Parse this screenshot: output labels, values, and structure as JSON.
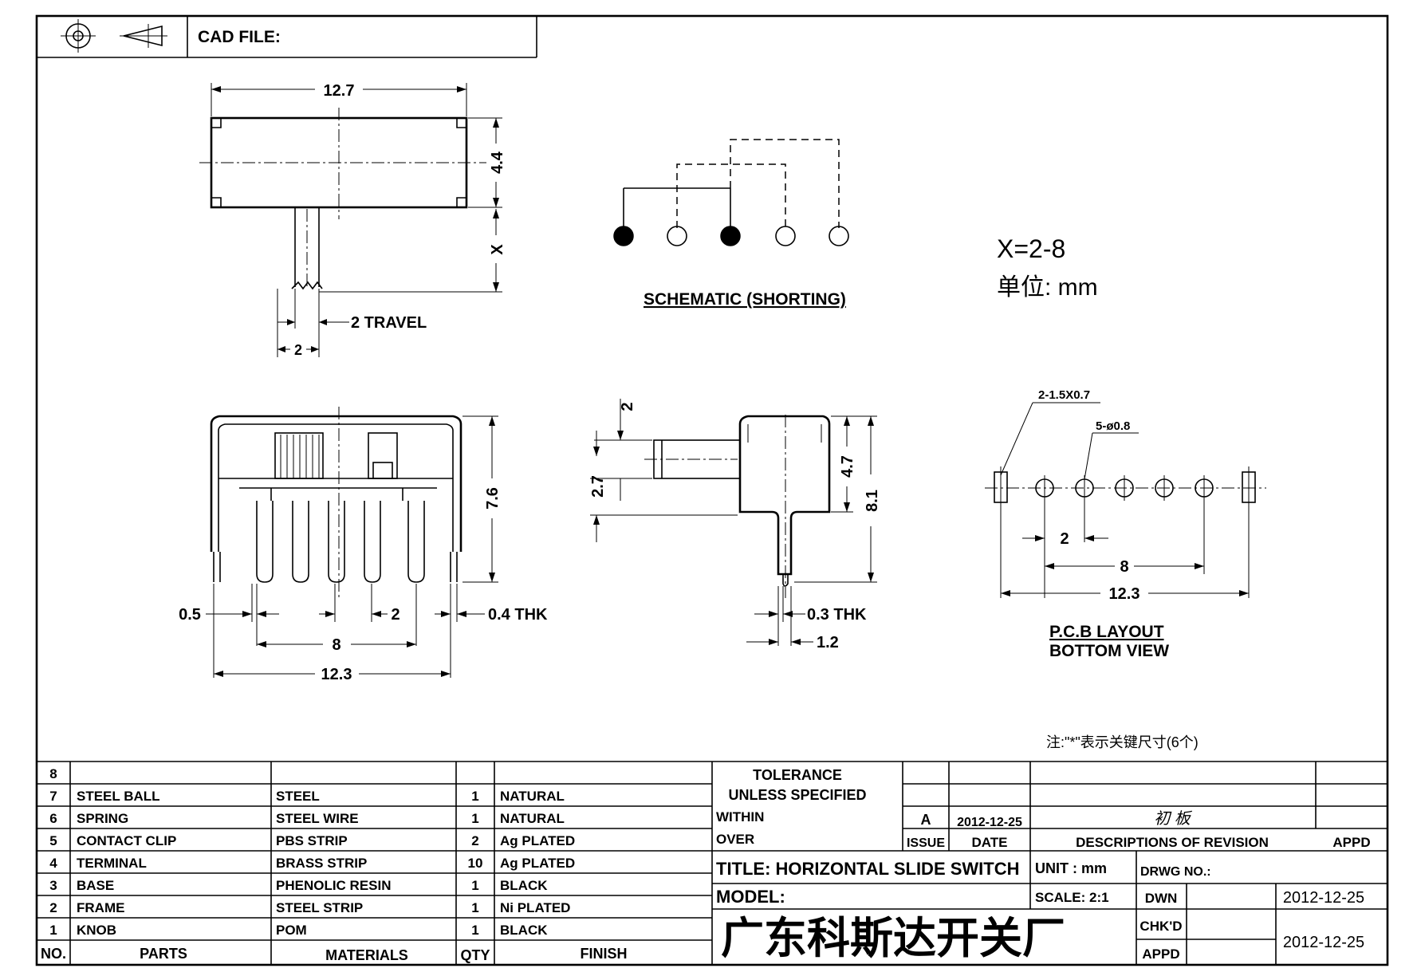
{
  "header": {
    "cad_file_label": "CAD FILE:"
  },
  "dimensions": {
    "top_width": "12.7",
    "top_height": "4.4",
    "shaft_length": "X",
    "travel": "2 TRAVEL",
    "knob_width": "2",
    "front_height": "7.6",
    "pin_offset": "0.5",
    "pin_thickness": "0.4 THK",
    "pitch": "2",
    "pin_span": "8",
    "total_width": "12.3",
    "side_knob": "2",
    "side_knob_offset": "2.7",
    "side_body": "4.7",
    "side_total": "8.1",
    "side_pin_thk": "0.3 THK",
    "side_pin_width": "1.2"
  },
  "schematic": {
    "caption": "SCHEMATIC (SHORTING)",
    "pins": [
      "filled",
      "open",
      "filled",
      "open",
      "open"
    ]
  },
  "notes": {
    "x_range": "X=2-8",
    "unit_label": "单位: mm",
    "key_note": "注:\"*\"表示关键尺寸(6个)"
  },
  "pcb": {
    "slot_label": "2-1.5X0.7",
    "hole_label": "5-ø0.8",
    "pitch": "2",
    "span": "8",
    "total": "12.3",
    "caption_1": "P.C.B LAYOUT",
    "caption_2": "BOTTOM VIEW"
  },
  "parts_table": {
    "rows": [
      {
        "no": "8",
        "part": "",
        "material": "",
        "qty": "",
        "finish": ""
      },
      {
        "no": "7",
        "part": "STEEL BALL",
        "material": "STEEL",
        "qty": "1",
        "finish": "NATURAL"
      },
      {
        "no": "6",
        "part": "SPRING",
        "material": "STEEL WIRE",
        "qty": "1",
        "finish": "NATURAL"
      },
      {
        "no": "5",
        "part": "CONTACT CLIP",
        "material": "PBS STRIP",
        "qty": "2",
        "finish": "Ag PLATED"
      },
      {
        "no": "4",
        "part": "TERMINAL",
        "material": "BRASS STRIP",
        "qty": "10",
        "finish": "Ag PLATED"
      },
      {
        "no": "3",
        "part": "BASE",
        "material": "PHENOLIC RESIN",
        "qty": "1",
        "finish": "BLACK"
      },
      {
        "no": "2",
        "part": "FRAME",
        "material": "STEEL STRIP",
        "qty": "1",
        "finish": "Ni PLATED"
      },
      {
        "no": "1",
        "part": "KNOB",
        "material": "POM",
        "qty": "1",
        "finish": "BLACK"
      }
    ],
    "headers": {
      "no": "NO.",
      "part": "PARTS",
      "material": "MATERIALS",
      "qty": "QTY",
      "finish": "FINISH"
    }
  },
  "title_block": {
    "tolerance_1": "TOLERANCE",
    "tolerance_2": "UNLESS  SPECIFIED",
    "within": "WITHIN",
    "over": "OVER",
    "issue_value": "A",
    "issue_date": "2012-12-25",
    "revision_desc": "初 板",
    "issue_label": "ISSUE",
    "date_label": "DATE",
    "descriptions_label": "DESCRIPTIONS OF REVISION",
    "appd_label": "APPD",
    "title": "TITLE: HORIZONTAL SLIDE SWITCH",
    "unit": "UNIT : mm",
    "drwg_no": "DRWG NO.:",
    "model": "MODEL:",
    "scale": "SCALE: 2:1",
    "dwn": "DWN",
    "dwn_date": "2012-12-25",
    "company": "广东科斯达开关厂",
    "chkd": "CHK'D",
    "appd": "APPD",
    "appd_date": "2012-12-25"
  }
}
